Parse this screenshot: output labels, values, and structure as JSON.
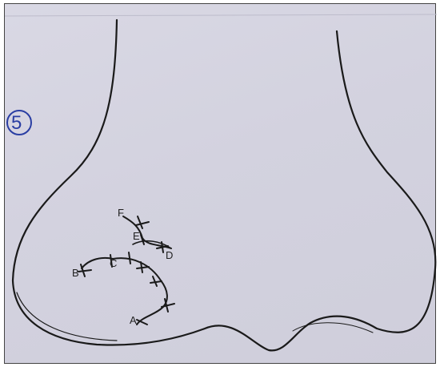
{
  "figure": {
    "number": "5",
    "point_labels": [
      "F",
      "E",
      "D",
      "B",
      "C",
      "A"
    ]
  }
}
